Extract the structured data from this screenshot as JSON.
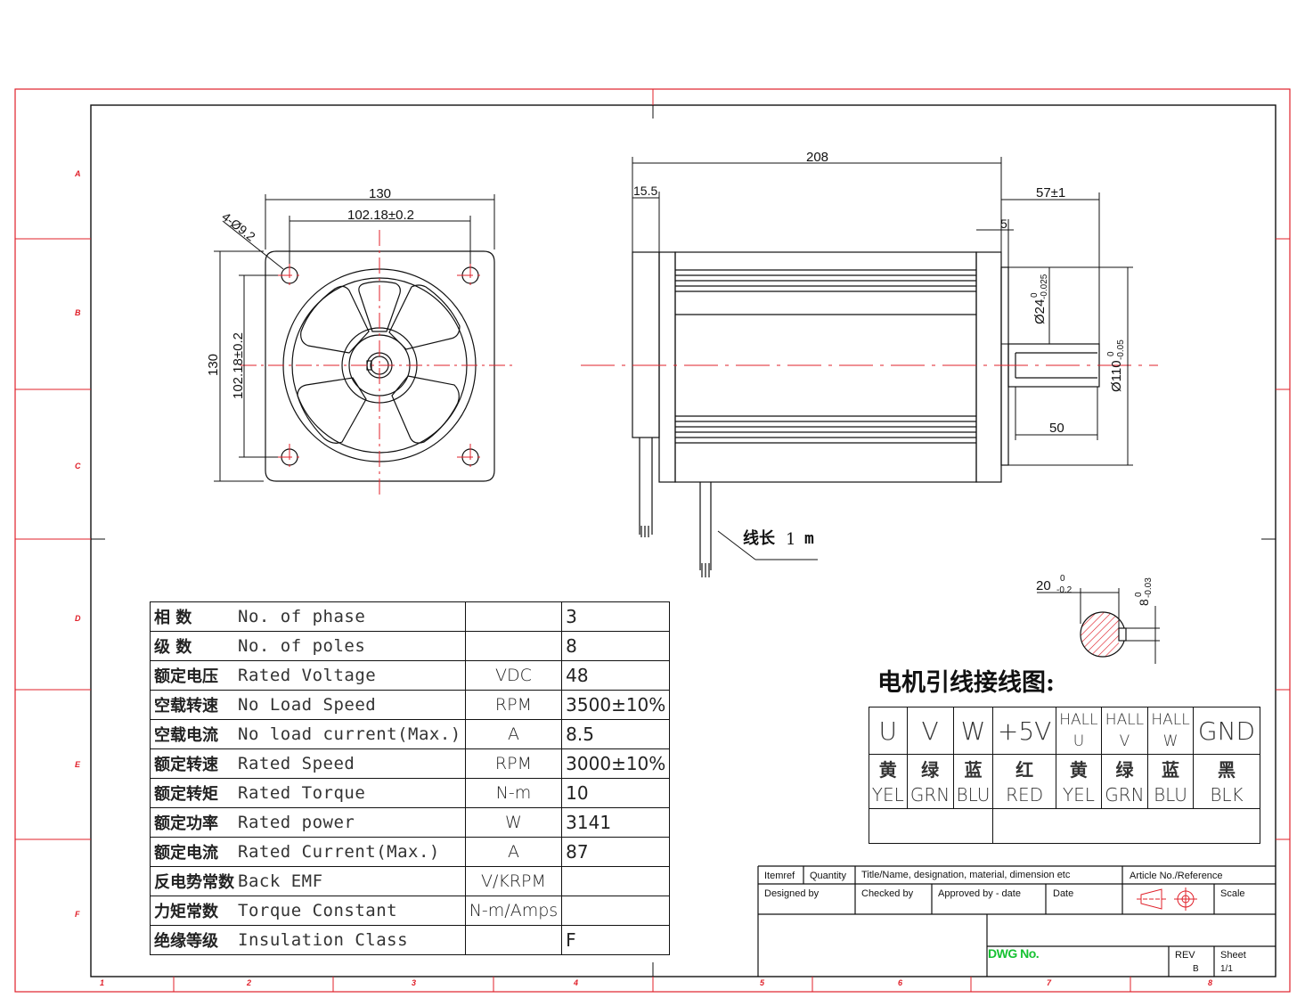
{
  "drawing": {
    "zone_letters": [
      "A",
      "B",
      "C",
      "D",
      "E",
      "F"
    ],
    "zone_numbers": [
      "1",
      "2",
      "3",
      "4",
      "5",
      "6",
      "7",
      "8"
    ],
    "front_view": {
      "width": "130",
      "bolt_spacing_h": "102.18±0.2",
      "height": "130",
      "bolt_spacing_v": "102.18±0.2",
      "holes": "4-Ø9.2"
    },
    "side_view": {
      "total_length": "208",
      "flange": "15.5",
      "shaft_length": "57±1",
      "shoulder": "5",
      "shaft_dia": "Ø24",
      "shaft_dia_tol_upper": "0",
      "shaft_dia_tol_lower": "-0.025",
      "pilot_dia": "Ø110",
      "pilot_dia_tol_upper": "0",
      "pilot_dia_tol_lower": "-0.05",
      "keyway_length": "50",
      "lead_label": "线长",
      "lead_value": "1",
      "lead_unit": "m"
    },
    "key_section": {
      "width": "20",
      "width_tol_upper": "0",
      "width_tol_lower": "-0.2",
      "depth": "8",
      "depth_tol_upper": "0",
      "depth_tol_lower": "-0.03"
    }
  },
  "spec_table": [
    {
      "cn": "相  数",
      "en": "No. of phase",
      "unit": "",
      "value": "3"
    },
    {
      "cn": "级  数",
      "en": "No. of poles",
      "unit": "",
      "value": "8"
    },
    {
      "cn": "额定电压",
      "en": "Rated Voltage",
      "unit": "VDC",
      "value": "48"
    },
    {
      "cn": "空载转速",
      "en": "No Load Speed",
      "unit": "RPM",
      "value": "3500±10%"
    },
    {
      "cn": "空载电流",
      "en": "No load current(Max.)",
      "unit": "A",
      "value": "8.5"
    },
    {
      "cn": "额定转速",
      "en": "Rated Speed",
      "unit": "RPM",
      "value": "3000±10%"
    },
    {
      "cn": "额定转矩",
      "en": "Rated Torque",
      "unit": "N-m",
      "value": "10"
    },
    {
      "cn": "额定功率",
      "en": "Rated power",
      "unit": "W",
      "value": "3141"
    },
    {
      "cn": "额定电流",
      "en": "Rated Current(Max.)",
      "unit": "A",
      "value": "87"
    },
    {
      "cn": "反电势常数",
      "en": "Back EMF",
      "unit": "V/KRPM",
      "value": ""
    },
    {
      "cn": "力矩常数",
      "en": "Torque Constant",
      "unit": "N-m/Amps",
      "value": ""
    },
    {
      "cn": "绝缘等级",
      "en": "Insulation Class",
      "unit": "",
      "value": "F"
    }
  ],
  "wiring": {
    "title": "电机引线接线图:",
    "columns": [
      {
        "signal": "U",
        "sub": "",
        "cn": "黄",
        "en": "YEL"
      },
      {
        "signal": "V",
        "sub": "",
        "cn": "绿",
        "en": "GRN"
      },
      {
        "signal": "W",
        "sub": "",
        "cn": "蓝",
        "en": "BLU"
      },
      {
        "signal": "+5V",
        "sub": "",
        "cn": "红",
        "en": "RED"
      },
      {
        "signal": "HALL",
        "sub": "U",
        "cn": "黄",
        "en": "YEL"
      },
      {
        "signal": "HALL",
        "sub": "V",
        "cn": "绿",
        "en": "GRN"
      },
      {
        "signal": "HALL",
        "sub": "W",
        "cn": "蓝",
        "en": "BLU"
      },
      {
        "signal": "GND",
        "sub": "",
        "cn": "黑",
        "en": "BLK"
      }
    ]
  },
  "title_block": {
    "itemref": "Itemref",
    "quantity": "Quantity",
    "title_name": "Title/Name, designation, material, dimension etc",
    "article_no": "Article No./Reference",
    "designed_by": "Designed by",
    "checked_by": "Checked by",
    "approved_by": "Approved by - date",
    "date": "Date",
    "scale": "Scale",
    "dwg_no": "DWG No.",
    "rev": "REV",
    "rev_value": "B",
    "sheet": "Sheet",
    "sheet_value": "1/1"
  },
  "colors": {
    "border": "#e0202a",
    "line": "#111111",
    "centerline": "#e0202a",
    "dwg_label": "#16c232"
  }
}
